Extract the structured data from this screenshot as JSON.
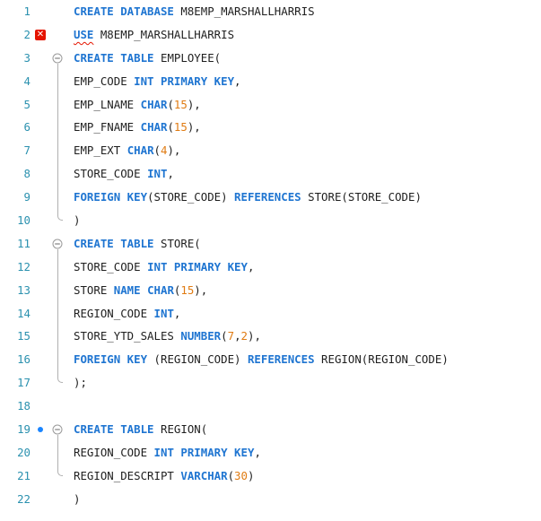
{
  "editor": {
    "colors": {
      "keyword": "#1f75d1",
      "number": "#e07b12",
      "line_number": "#2b91af",
      "error": "#e51400",
      "breakpoint": "#1a85ff"
    },
    "lines": [
      {
        "num": "1",
        "tokens": [
          {
            "t": "CREATE DATABASE",
            "k": "kw"
          },
          {
            "t": " M8EMP_MARSHALLHARRIS",
            "k": "plain"
          }
        ]
      },
      {
        "num": "2",
        "error": true,
        "tokens": [
          {
            "t": "USE",
            "k": "kw-err"
          },
          {
            "t": " M8EMP_MARSHALLHARRIS",
            "k": "plain"
          }
        ]
      },
      {
        "num": "3",
        "fold": "start",
        "tokens": [
          {
            "t": "CREATE TABLE",
            "k": "kw"
          },
          {
            "t": " EMPLOYEE(",
            "k": "plain"
          }
        ]
      },
      {
        "num": "4",
        "fold": "mid",
        "tokens": [
          {
            "t": "EMP_CODE ",
            "k": "plain"
          },
          {
            "t": "INT PRIMARY KEY",
            "k": "kw"
          },
          {
            "t": ",",
            "k": "plain"
          }
        ]
      },
      {
        "num": "5",
        "fold": "mid",
        "tokens": [
          {
            "t": "EMP_LNAME ",
            "k": "plain"
          },
          {
            "t": "CHAR",
            "k": "kw"
          },
          {
            "t": "(",
            "k": "plain"
          },
          {
            "t": "15",
            "k": "num"
          },
          {
            "t": "),",
            "k": "plain"
          }
        ]
      },
      {
        "num": "6",
        "fold": "mid",
        "tokens": [
          {
            "t": "EMP_FNAME ",
            "k": "plain"
          },
          {
            "t": "CHAR",
            "k": "kw"
          },
          {
            "t": "(",
            "k": "plain"
          },
          {
            "t": "15",
            "k": "num"
          },
          {
            "t": "),",
            "k": "plain"
          }
        ]
      },
      {
        "num": "7",
        "fold": "mid",
        "tokens": [
          {
            "t": "EMP_EXT ",
            "k": "plain"
          },
          {
            "t": "CHAR",
            "k": "kw"
          },
          {
            "t": "(",
            "k": "plain"
          },
          {
            "t": "4",
            "k": "num"
          },
          {
            "t": "),",
            "k": "plain"
          }
        ]
      },
      {
        "num": "8",
        "fold": "mid",
        "tokens": [
          {
            "t": "STORE_CODE ",
            "k": "plain"
          },
          {
            "t": "INT",
            "k": "kw"
          },
          {
            "t": ",",
            "k": "plain"
          }
        ]
      },
      {
        "num": "9",
        "fold": "mid",
        "tokens": [
          {
            "t": "FOREIGN KEY",
            "k": "kw"
          },
          {
            "t": "(STORE_CODE) ",
            "k": "plain"
          },
          {
            "t": "REFERENCES",
            "k": "kw"
          },
          {
            "t": " STORE(STORE_CODE)",
            "k": "plain"
          }
        ]
      },
      {
        "num": "10",
        "fold": "end",
        "tokens": [
          {
            "t": ")",
            "k": "plain"
          }
        ]
      },
      {
        "num": "11",
        "fold": "start",
        "tokens": [
          {
            "t": "CREATE TABLE",
            "k": "kw"
          },
          {
            "t": " STORE(",
            "k": "plain"
          }
        ]
      },
      {
        "num": "12",
        "fold": "mid",
        "tokens": [
          {
            "t": "STORE_CODE ",
            "k": "plain"
          },
          {
            "t": "INT PRIMARY KEY",
            "k": "kw"
          },
          {
            "t": ",",
            "k": "plain"
          }
        ]
      },
      {
        "num": "13",
        "fold": "mid",
        "tokens": [
          {
            "t": "STORE ",
            "k": "plain"
          },
          {
            "t": "NAME CHAR",
            "k": "kw"
          },
          {
            "t": "(",
            "k": "plain"
          },
          {
            "t": "15",
            "k": "num"
          },
          {
            "t": "),",
            "k": "plain"
          }
        ]
      },
      {
        "num": "14",
        "fold": "mid",
        "tokens": [
          {
            "t": "REGION_CODE ",
            "k": "plain"
          },
          {
            "t": "INT",
            "k": "kw"
          },
          {
            "t": ",",
            "k": "plain"
          }
        ]
      },
      {
        "num": "15",
        "fold": "mid",
        "tokens": [
          {
            "t": "STORE_YTD_SALES ",
            "k": "plain"
          },
          {
            "t": "NUMBER",
            "k": "kw"
          },
          {
            "t": "(",
            "k": "plain"
          },
          {
            "t": "7",
            "k": "num"
          },
          {
            "t": ",",
            "k": "plain"
          },
          {
            "t": "2",
            "k": "num"
          },
          {
            "t": "),",
            "k": "plain"
          }
        ]
      },
      {
        "num": "16",
        "fold": "mid",
        "tokens": [
          {
            "t": "FOREIGN KEY",
            "k": "kw"
          },
          {
            "t": " (REGION_CODE) ",
            "k": "plain"
          },
          {
            "t": "REFERENCES",
            "k": "kw"
          },
          {
            "t": " REGION(REGION_CODE)",
            "k": "plain"
          }
        ]
      },
      {
        "num": "17",
        "fold": "end",
        "tokens": [
          {
            "t": ");",
            "k": "plain"
          }
        ]
      },
      {
        "num": "18",
        "tokens": []
      },
      {
        "num": "19",
        "breakpoint": true,
        "fold": "start",
        "tokens": [
          {
            "t": "CREATE TABLE",
            "k": "kw"
          },
          {
            "t": " REGION(",
            "k": "plain"
          }
        ]
      },
      {
        "num": "20",
        "fold": "mid",
        "tokens": [
          {
            "t": "REGION_CODE ",
            "k": "plain"
          },
          {
            "t": "INT PRIMARY KEY",
            "k": "kw"
          },
          {
            "t": ",",
            "k": "plain"
          }
        ]
      },
      {
        "num": "21",
        "fold": "end",
        "tokens": [
          {
            "t": "REGION_DESCRIPT ",
            "k": "plain"
          },
          {
            "t": "VARCHAR",
            "k": "kw"
          },
          {
            "t": "(",
            "k": "plain"
          },
          {
            "t": "30",
            "k": "num"
          },
          {
            "t": ")",
            "k": "plain"
          }
        ]
      },
      {
        "num": "22",
        "tokens": [
          {
            "t": ")",
            "k": "plain"
          }
        ]
      }
    ]
  }
}
